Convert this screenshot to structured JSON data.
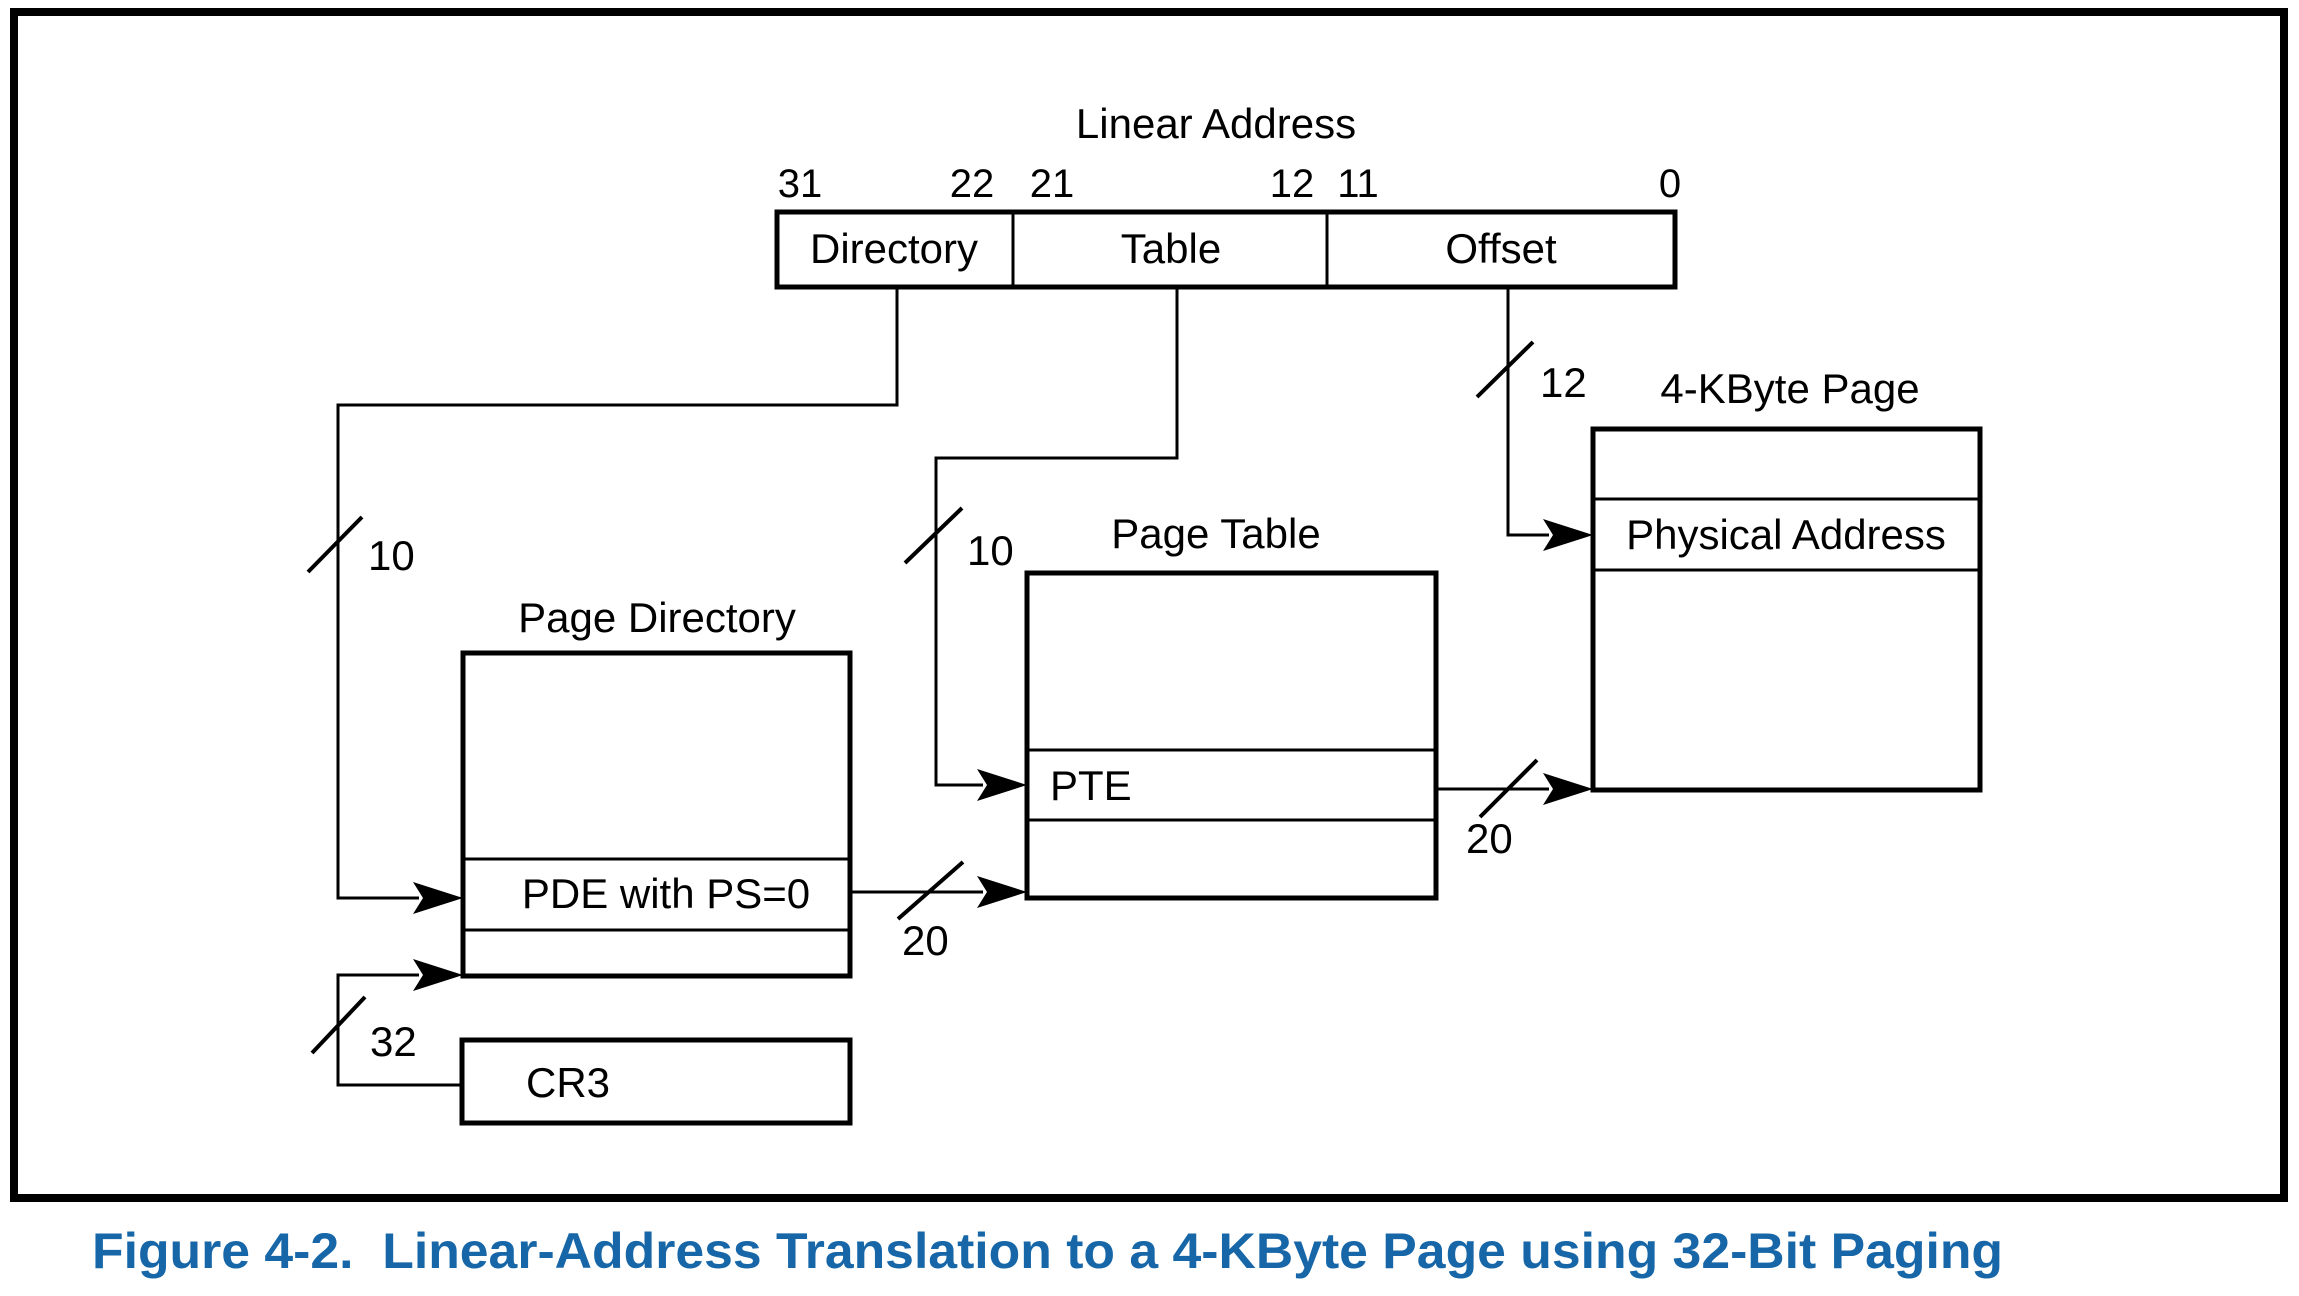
{
  "linear_address": {
    "title": "Linear Address",
    "bit_31": "31",
    "bit_22": "22",
    "bit_21": "21",
    "bit_12": "12",
    "bit_11": "11",
    "bit_0": "0",
    "field_directory": "Directory",
    "field_table": "Table",
    "field_offset": "Offset"
  },
  "page_directory": {
    "title": "Page Directory",
    "entry_pde": "PDE with PS=0"
  },
  "page_table": {
    "title": "Page Table",
    "entry_pte": "PTE"
  },
  "page_4kbyte": {
    "title": "4-KByte Page",
    "entry_physical_address": "Physical Address"
  },
  "cr3": {
    "label": "CR3"
  },
  "bus_widths": {
    "directory_bits": "10",
    "table_bits": "10",
    "offset_bits": "12",
    "pde_address_bits": "20",
    "pte_address_bits": "20",
    "cr3_bits": "32"
  },
  "caption": {
    "text": "Figure 4-2.  Linear-Address Translation to a 4-KByte Page using 32-Bit Paging"
  },
  "colors": {
    "caption_blue": "#1767A8",
    "diagram_ink": "#000000",
    "background": "#FFFFFF"
  }
}
